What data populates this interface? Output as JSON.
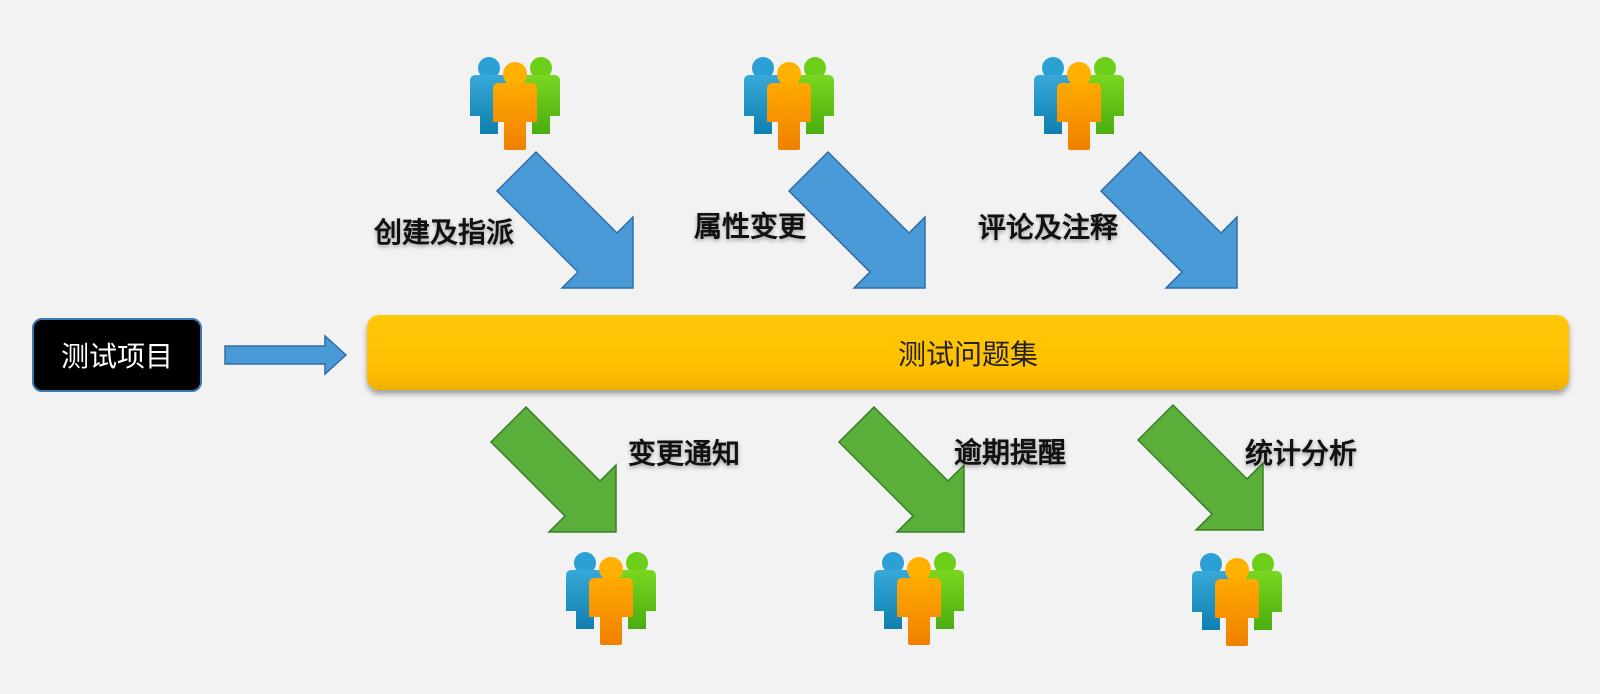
{
  "source": {
    "label": "测试项目"
  },
  "hub": {
    "label": "测试问题集"
  },
  "inputs": [
    {
      "label": "创建及指派"
    },
    {
      "label": "属性变更"
    },
    {
      "label": "评论及注释"
    }
  ],
  "outputs": [
    {
      "label": "变更通知"
    },
    {
      "label": "逾期提醒"
    },
    {
      "label": "统计分析"
    }
  ],
  "colors": {
    "background": "#f2f2f2",
    "input_arrow": "#4a9ad8",
    "output_arrow": "#5aae3a",
    "hub": "#ffc000",
    "source_box": "#000000"
  },
  "icons": {
    "user_group": "user-group-icon"
  }
}
